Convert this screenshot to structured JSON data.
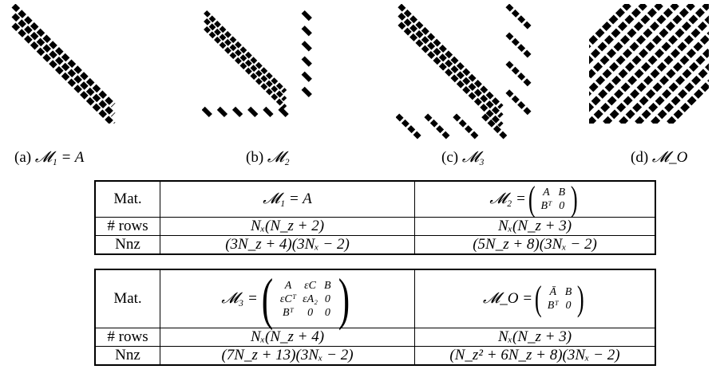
{
  "figures": [
    {
      "caption_prefix": "(a)",
      "caption_math": "𝓜₁ = A"
    },
    {
      "caption_prefix": "(b)",
      "caption_math": "𝓜₂"
    },
    {
      "caption_prefix": "(c)",
      "caption_math": "𝓜₃"
    },
    {
      "caption_prefix": "(d)",
      "caption_math": "𝓜_O"
    }
  ],
  "table1": {
    "header_label": "Mat.",
    "col1_label": "𝓜₁ = A",
    "col2_label": "𝓜₂ =",
    "col2_matrix": [
      [
        "A",
        "B"
      ],
      [
        "Bᵀ",
        "0"
      ]
    ],
    "rows_label": "# rows",
    "rows_col1": "Nₓ(N_z + 2)",
    "rows_col2": "Nₓ(N_z + 3)",
    "nnz_label": "Nnz",
    "nnz_col1": "(3N_z + 4)(3Nₓ − 2)",
    "nnz_col2": "(5N_z + 8)(3Nₓ − 2)"
  },
  "table2": {
    "header_label": "Mat.",
    "col1_label": "𝓜₃ =",
    "col1_matrix": [
      [
        "A",
        "εC",
        "B"
      ],
      [
        "εCᵀ",
        "εA₂",
        "0"
      ],
      [
        "Bᵀ",
        "0",
        "0"
      ]
    ],
    "col2_label": "𝓜_O =",
    "col2_matrix": [
      [
        "Ā",
        "B"
      ],
      [
        "Bᵀ",
        "0"
      ]
    ],
    "rows_label": "# rows",
    "rows_col1": "Nₓ(N_z + 4)",
    "rows_col2": "Nₓ(N_z + 3)",
    "nnz_label": "Nnz",
    "nnz_col1": "(7N_z + 13)(3Nₓ − 2)",
    "nnz_col2": "(N_z² + 6N_z + 8)(3Nₓ − 2)"
  }
}
